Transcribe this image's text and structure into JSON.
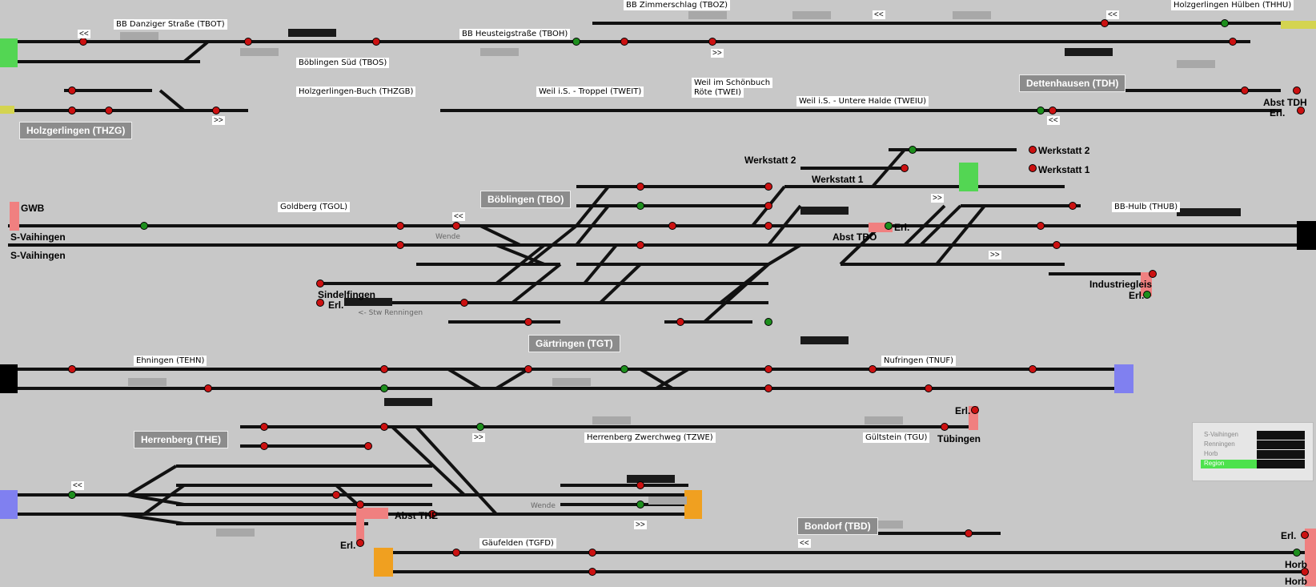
{
  "colors": {
    "background": "#c8c8c8",
    "track": "#111111",
    "signal_red": "#cc1111",
    "signal_green": "#1d8f1d",
    "label_bg": "#ffffff",
    "area_bg": "#8c8c8c"
  },
  "station_labels": [
    "BB Danziger Straße (TBOT)",
    "BB Heusteigstraße (TBOH)",
    "BB Zimmerschlag (TBOZ)",
    "Holzgerlingen Hülben (THHU)",
    "Böblingen Süd (TBOS)",
    "Holzgerlingen-Buch (THZGB)",
    "Weil i.S. - Troppel (TWEIT)",
    "Weil im Schönbuch",
    "Röte (TWEI)",
    "Weil i.S. - Untere Halde  (TWEIU)",
    "Goldberg (TGOL)",
    "BB-Hulb (THUB)",
    "Ehningen (TEHN)",
    "Nufringen (TNUF)",
    "Herrenberg Zwerchweg (TZWE)",
    "Gültstein (TGU)",
    "Gäufelden (TGFD)"
  ],
  "area_titles": [
    "Holzgerlingen (THZG)",
    "Dettenhausen (TDH)",
    "Böblingen (TBO)",
    "Gärtringen (TGT)",
    "Herrenberg (THE)",
    "Bondorf (TBD)"
  ],
  "bold_labels": [
    "Werkstatt 2",
    "Werkstatt 1",
    "Werkstatt 2",
    "Werkstatt 1",
    "GWB",
    "S-Vaihingen",
    "S-Vaihingen",
    "Abst TBO",
    "Erl.",
    "Sindelfingen",
    "Erl.",
    "Industriegleis",
    "Erl.",
    "Abst TDH",
    "Erl.",
    "Erl.",
    "Tübingen",
    "Abst THE",
    "Erl.",
    "Erl.",
    "Horb",
    "Horb"
  ],
  "gray_labels": [
    "Wende",
    "<- Stw Renningen",
    "Wende"
  ],
  "nav_marks": [
    "<<",
    "<<",
    "<<",
    ">>",
    ">>",
    "<<",
    ">>",
    "<<",
    ">>",
    ">>",
    "<<",
    ">>",
    "<<"
  ],
  "legend": {
    "items": [
      "S-Vaihingen",
      "Renningen",
      "Horb",
      "Region"
    ],
    "selected": "Region"
  }
}
